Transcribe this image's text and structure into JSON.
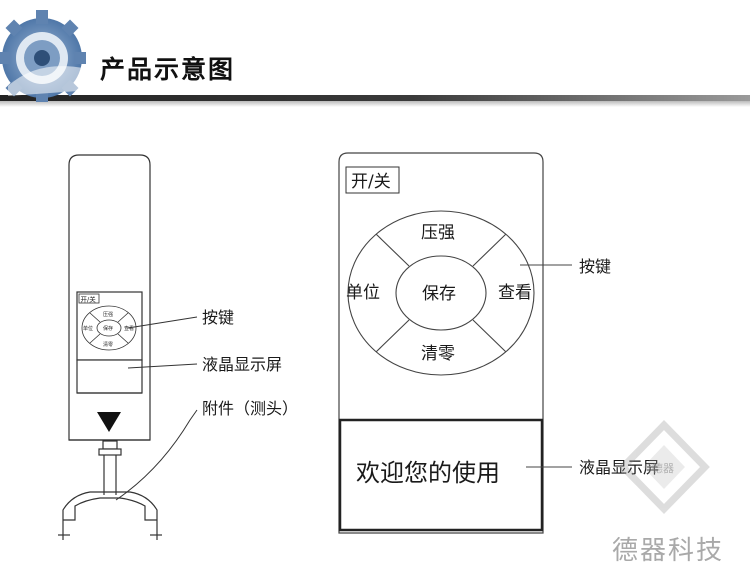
{
  "header": {
    "title": "产品示意图"
  },
  "small_device": {
    "power_label": "开/关",
    "mini_buttons": {
      "top": "压强",
      "left": "单位",
      "center": "保存",
      "right": "查看",
      "bottom": "清零"
    },
    "callouts": {
      "keys": "按键",
      "lcd": "液晶显示屏",
      "attachment": "附件（测头）"
    }
  },
  "large_panel": {
    "power_label": "开/关",
    "buttons": {
      "top": "压强",
      "left": "单位",
      "center": "保存",
      "right": "查看",
      "bottom": "清零"
    },
    "display_text": "欢迎您的使用",
    "callouts": {
      "keys": "按键",
      "lcd": "液晶显示屏"
    }
  },
  "watermark": {
    "brand": "德器科技",
    "emblem_text": "德器"
  }
}
